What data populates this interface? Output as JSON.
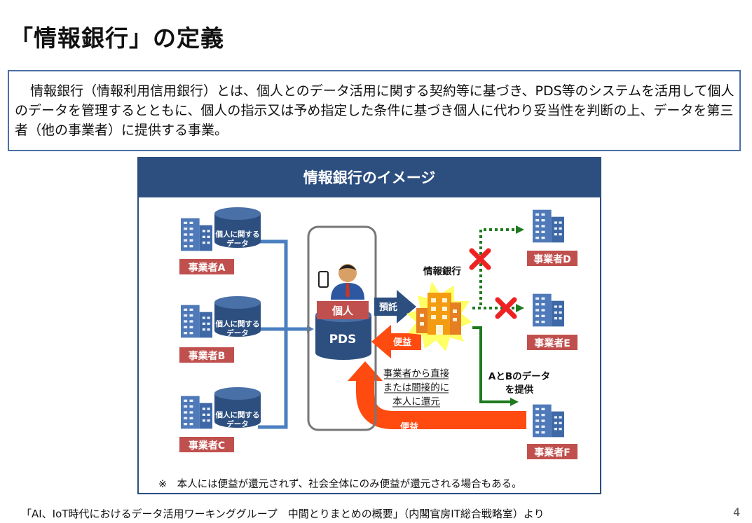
{
  "title": "「情報銀行」の定義",
  "definition": "情報銀行（情報利用信用銀行）とは、個人とのデータ活用に関する契約等に基づき、PDS等のシステムを活用して個人のデータを管理するとともに、個人の指示又は予め指定した条件に基づき個人に代わり妥当性を判断の上、データを第三者（他の事業者）に提供する事業。",
  "panel_title": "情報銀行のイメージ",
  "diagram": {
    "data_label_line1": "個人に関する",
    "data_label_line2": "データ",
    "business_a": "事業者A",
    "business_b": "事業者B",
    "business_c": "事業者C",
    "business_d": "事業者D",
    "business_e": "事業者E",
    "business_f": "事業者F",
    "person": "個人",
    "pds": "PDS",
    "deposit": "預託",
    "benefit": "便益",
    "bank": "情報銀行",
    "provide_line1": "AとBのデータ",
    "provide_line2": "を提供",
    "return_line1": "事業者から直接",
    "return_line2": "または間接的に",
    "return_line3": "本人に還元",
    "benefit2": "便益"
  },
  "note": "※　本人には便益が還元されず、社会全体にのみ便益が還元される場合もある。",
  "footer": "「AI、IoT時代におけるデータ活用ワーキンググループ　中間とりまとめの概要」（内閣官房IT総合戦略室）より",
  "page_number": "4",
  "colors": {
    "navy": "#2d4f80",
    "red_label": "#c0504d",
    "green": "#1f7a1f",
    "orange": "#ff4a10",
    "blue_line": "#4a7fc0"
  }
}
